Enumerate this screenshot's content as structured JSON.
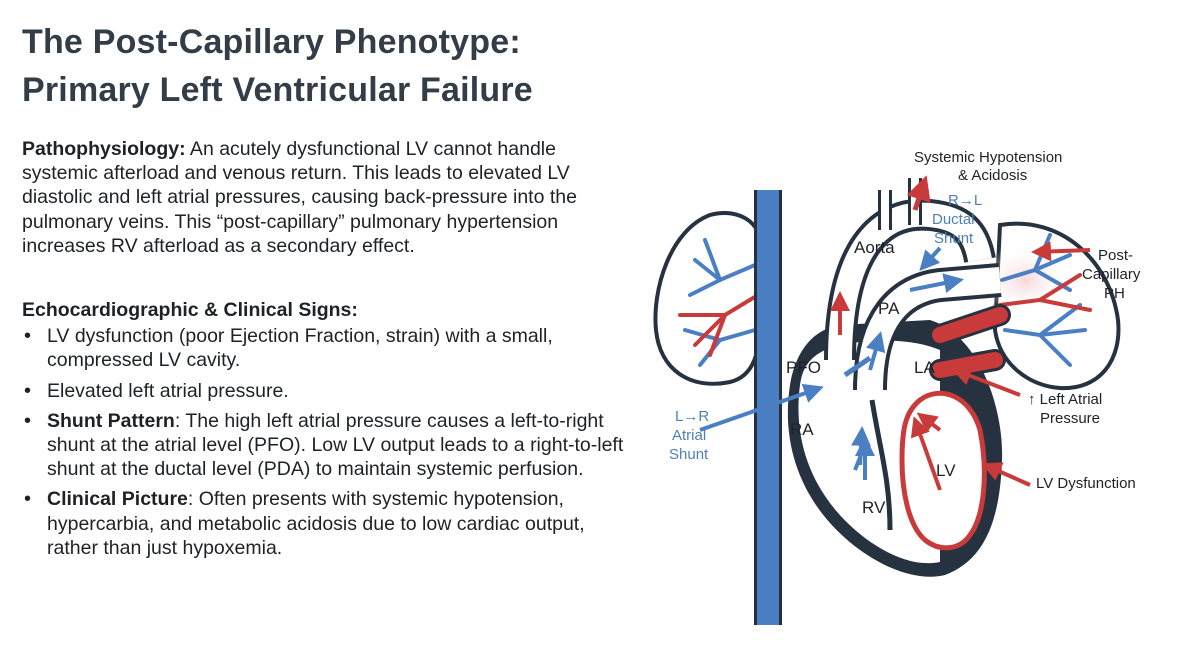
{
  "title": {
    "line1": "The Post-Capillary Phenotype:",
    "line2": "Primary Left Ventricular Failure"
  },
  "pathophysiology": {
    "label": "Pathophysiology:",
    "text": " An acutely dysfunctional LV cannot handle systemic afterload and venous return. This leads to elevated LV diastolic and left atrial pressures, causing back-pressure into the pulmonary veins. This “post-capillary” pulmonary hypertension increases RV afterload as a secondary effect."
  },
  "signs": {
    "heading": "Echocardiographic & Clinical Signs:",
    "item1": "LV dysfunction (poor Ejection Fraction, strain) with a small, compressed LV cavity.",
    "item2": "Elevated left atrial pressure.",
    "item3_label": "Shunt Pattern",
    "item3_text": ": The high left atrial pressure causes a left-to-right shunt at the atrial level (PFO). Low LV output leads to a right-to-left shunt at the ductal level (PDA) to maintain systemic perfusion.",
    "item4_label": "Clinical Picture",
    "item4_text": ": Often presents with systemic hypotension, hypercarbia, and metabolic acidosis due to low cardiac output, rather than just hypoxemia."
  },
  "diagram": {
    "chambers": {
      "aorta": "Aorta",
      "pa": "PA",
      "pfo": "PFO",
      "la": "LA",
      "ra": "RA",
      "lv": "LV",
      "rv": "RV"
    },
    "annotations": {
      "systemic_line1": "Systemic Hypotension",
      "systemic_line2": "& Acidosis",
      "ductal_line1": "R→L",
      "ductal_line2": "Ductal",
      "ductal_line3": "Shunt",
      "postcap_line1": "Post-",
      "postcap_line2": "Capillary",
      "postcap_line3": "PH",
      "la_pressure_line1": "↑ Left Atrial",
      "la_pressure_line2": "Pressure",
      "atrial_line1": "L→R",
      "atrial_line2": "Atrial",
      "atrial_line3": "Shunt",
      "lv_dysfunction": "LV Dysfunction"
    },
    "colors": {
      "deoxygenated": "#4a7fc4",
      "oxygenated": "#c93a3a",
      "outline": "#26323f",
      "label_blue": "#4f7fb8"
    }
  }
}
